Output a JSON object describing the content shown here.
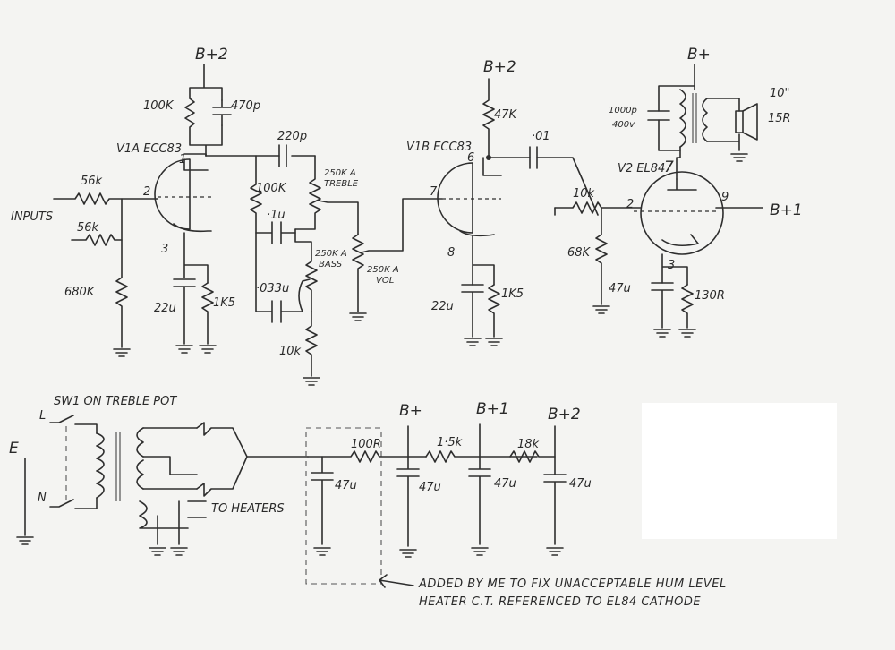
{
  "rails": {
    "b_plus_2": "B+2",
    "b_plus": "B+",
    "b_plus_1": "B+1"
  },
  "stage1": {
    "tube": "V1A ECC83",
    "anode_resistor": "100K",
    "anode_cap": "470p",
    "pin_anode": "1",
    "pin_grid": "2",
    "pin_cathode": "3",
    "input_label": "INPUTS",
    "input_r1": "56k",
    "input_r2": "56k",
    "grid_leak": "680K",
    "cathode_cap": "22u",
    "cathode_res": "1K5"
  },
  "tone": {
    "treble_cap": "220p",
    "treble_pot": "250K A",
    "treble_label": "TREBLE",
    "slope_res": "100K",
    "mid_cap": "·1u",
    "bass_pot": "250K A",
    "bass_label": "BASS",
    "bass_cap": "·033u",
    "tail_res": "10k",
    "vol_pot": "250K A",
    "vol_label": "VOL"
  },
  "stage2": {
    "tube": "V1B ECC83",
    "anode_res": "47K",
    "pin_anode": "6",
    "pin_grid": "7",
    "pin_cathode": "8",
    "coupling_cap": "·01",
    "cathode_cap": "22u",
    "cathode_res": "1K5"
  },
  "output": {
    "tube": "V2 EL84",
    "pin_anode": "7",
    "pin_grid": "2",
    "pin_screen": "9",
    "pin_cathode": "3",
    "grid_stopper": "10k",
    "grid_leak": "68K",
    "snubber_cap": "1000p",
    "snubber_v": "400v",
    "speaker_size": "10\"",
    "speaker_imp": "15R",
    "cathode_cap": "47u",
    "cathode_res": "130R"
  },
  "psu": {
    "switch_label": "SW1 ON TREBLE POT",
    "live": "L",
    "neutral": "N",
    "earth": "E",
    "heaters": "TO HEATERS",
    "r1": "100R",
    "r2": "1·5k",
    "r3": "18k",
    "c0": "47u",
    "c1": "47u",
    "c2": "47u",
    "c3": "47u"
  },
  "notes": {
    "line1": "ADDED BY ME TO FIX UNACCEPTABLE HUM LEVEL",
    "line2": "HEATER C.T. REFERENCED TO EL84 CATHODE"
  }
}
